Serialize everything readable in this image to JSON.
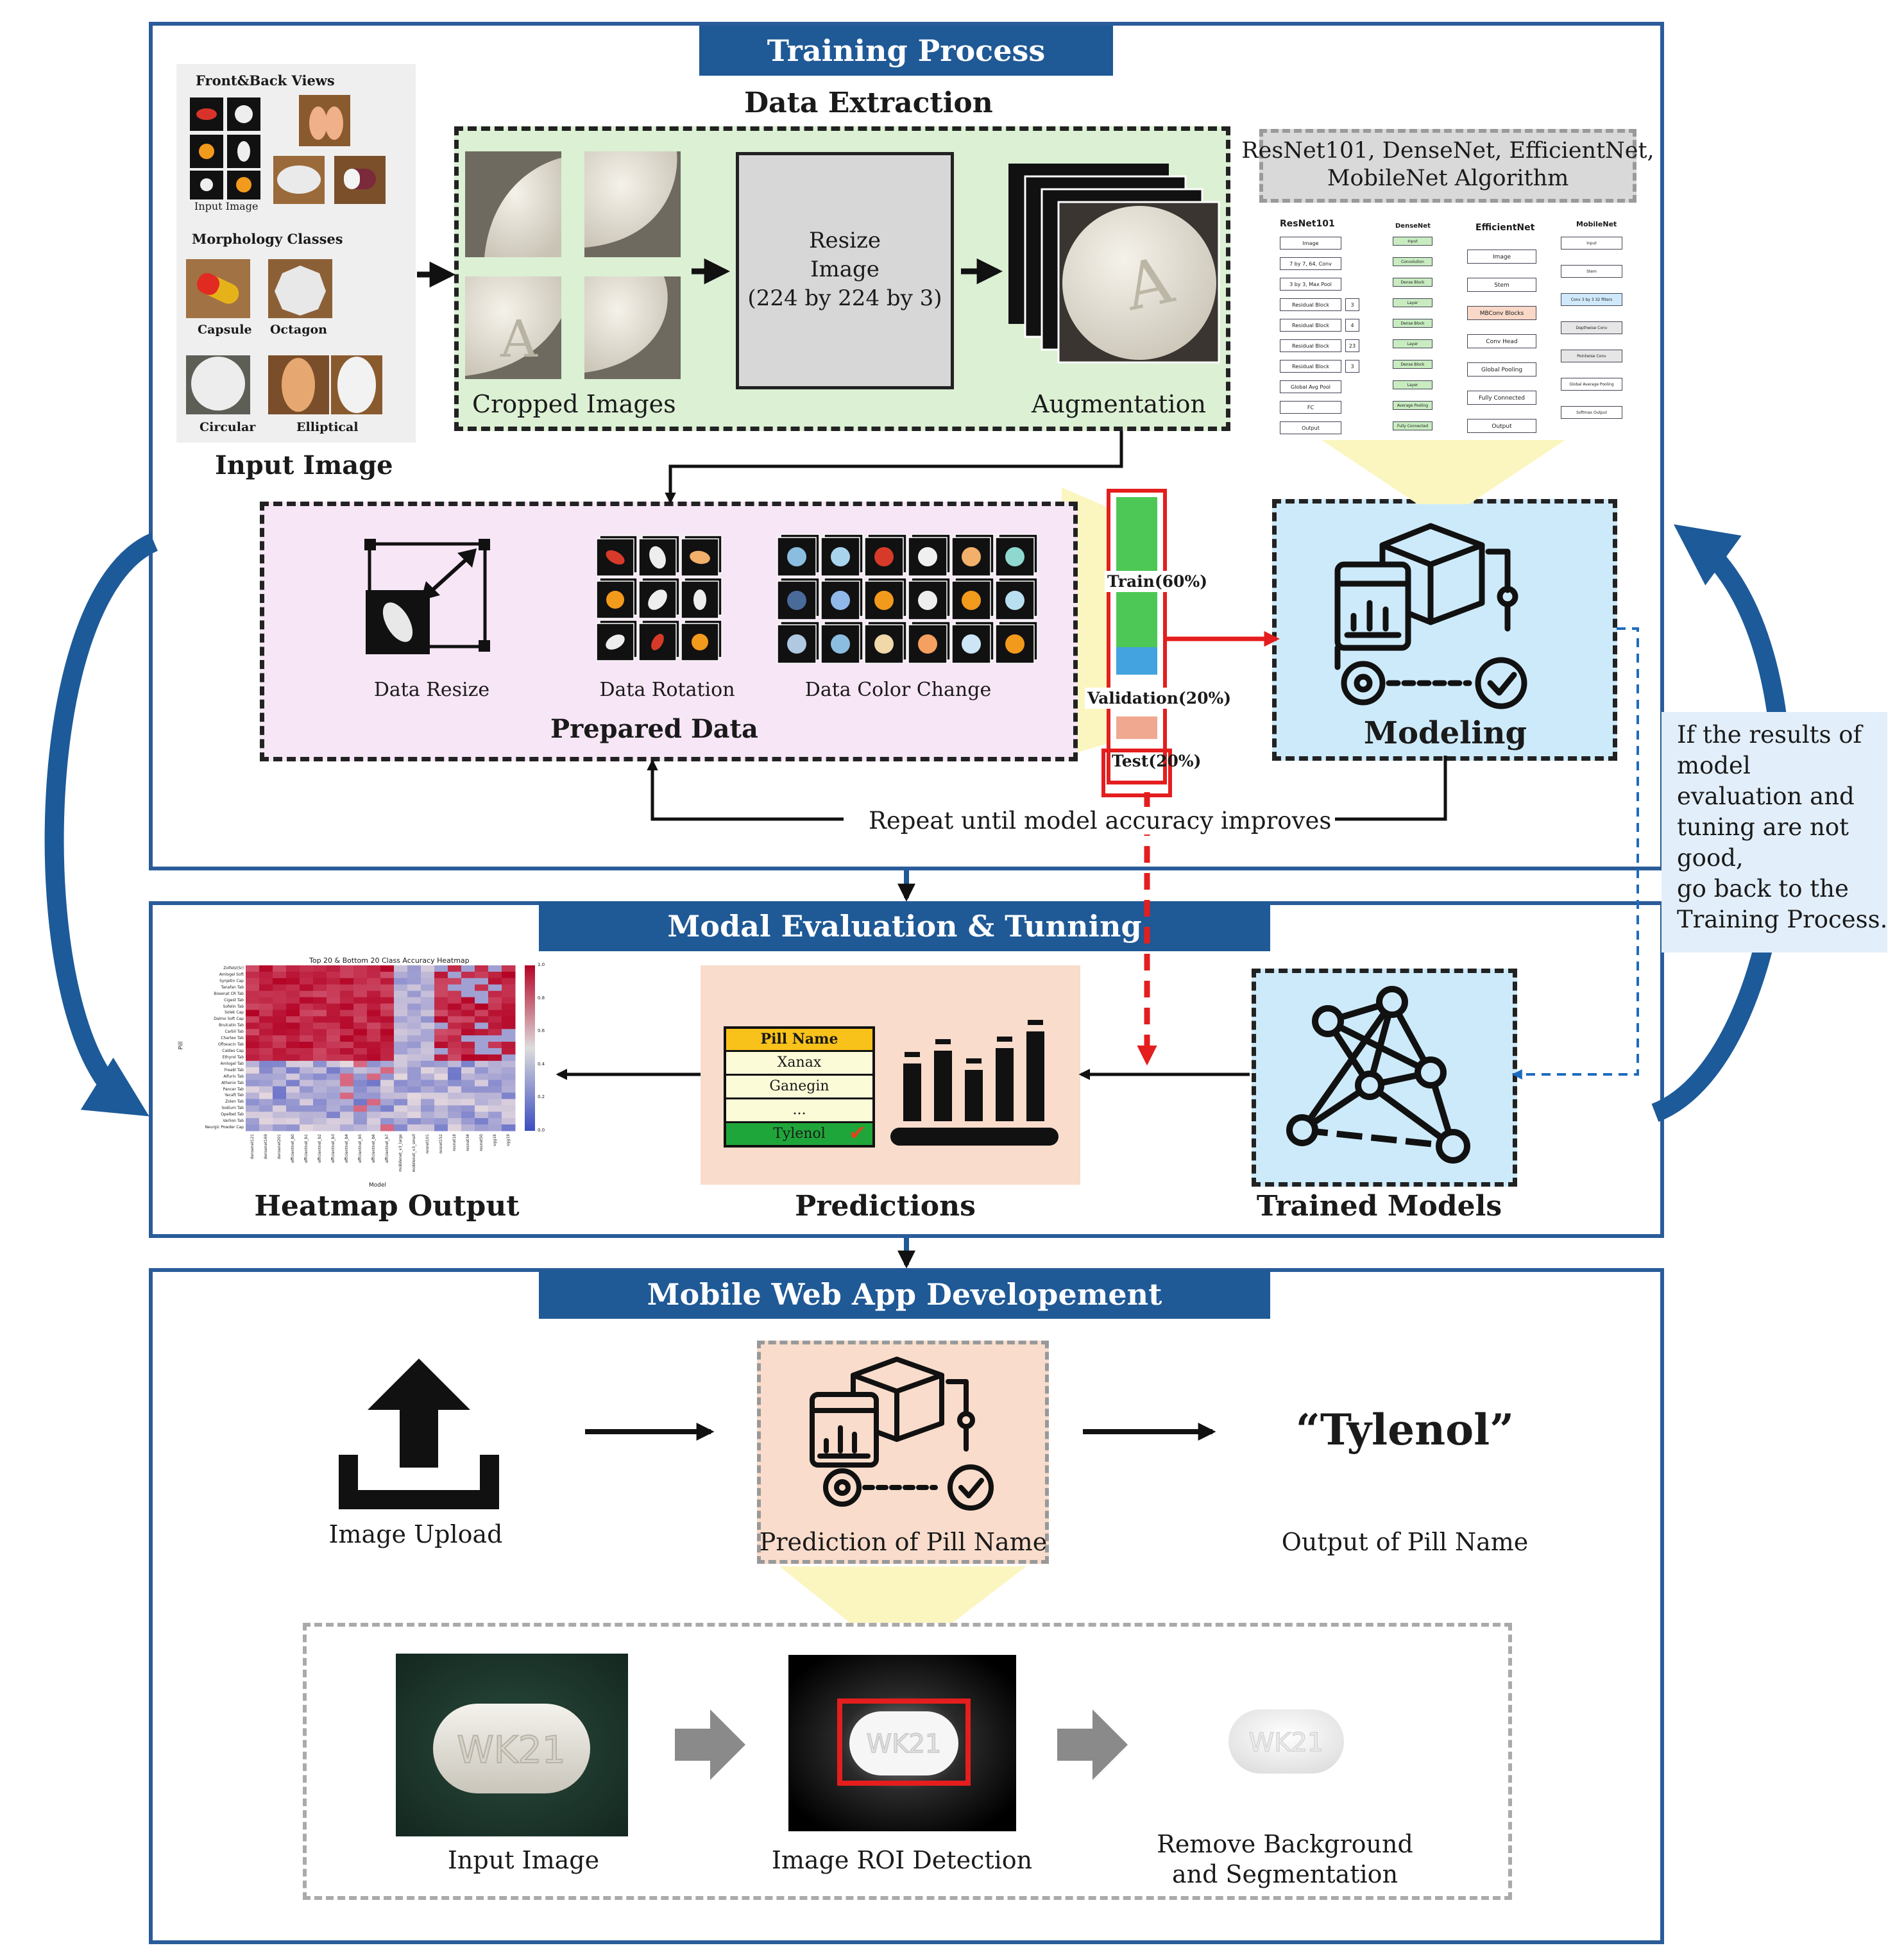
{
  "colors": {
    "banner": "#1f5996",
    "frame": "#2a5c9a",
    "curved_arrow": "#1d5a99",
    "extraction_bg": "#dcf0d4",
    "prepared_bg": "#f7e6f6",
    "modeling_bg": "#cdeafa",
    "prediction_bg": "#f9dccb",
    "note_bg": "#e2eef9",
    "train": "#4dc856",
    "validation": "#43a3e0",
    "test": "#f0a890",
    "highlight_red": "#e41e1e",
    "algo_box_bg": "#d9d9d9",
    "callout_yellow": "#fbf6c0"
  },
  "training": {
    "title": "Training Process",
    "input_image": {
      "label": "Input Image",
      "front_back": "Front&Back Views",
      "input_image_small": "Input Image",
      "morphology": "Morphology Classes",
      "classes": [
        "Capsule",
        "Octagon",
        "Circular",
        "Elliptical"
      ]
    },
    "data_extraction": {
      "title": "Data Extraction",
      "cropped": "Cropped Images",
      "resize_lines": [
        "Resize",
        "Image",
        "(224 by 224 by 3)"
      ],
      "augmentation": "Augmentation"
    },
    "algorithms": {
      "title_lines": [
        "ResNet101, DenseNet, EfficientNet,",
        "MobileNet Algorithm"
      ],
      "resnet": {
        "name": "ResNet101",
        "blocks": [
          "Image",
          "7 by 7, 64, Conv",
          "3 by 3, Max Pool",
          "Residual Block",
          "Residual Block",
          "Residual Block",
          "Residual Block",
          "Global Avg Pool",
          "FC",
          "Output"
        ],
        "counts": [
          "3",
          "4",
          "23",
          "3"
        ]
      },
      "densenet": {
        "name": "DenseNet",
        "blocks": [
          "Input",
          "Convolution",
          "Dense Block",
          "Layer",
          "Dense Block",
          "Layer",
          "Dense Block",
          "Layer",
          "Average Pooling",
          "Fully Connected"
        ]
      },
      "efficientnet": {
        "name": "EfficientNet",
        "blocks": [
          "Image",
          "Stem",
          "MBConv Blocks",
          "Conv Head",
          "Global Pooling",
          "Fully Connected",
          "Output"
        ]
      },
      "mobilenet": {
        "name": "MobileNet",
        "blocks": [
          "Input",
          "Stem",
          "Conv 3 by 3 32 filters",
          "Depthwise Conv",
          "Pointwise Conv",
          "Global Average Pooling",
          "Softmax Output"
        ]
      }
    },
    "prepared": {
      "title": "Prepared Data",
      "items": [
        "Data Resize",
        "Data Rotation",
        "Data Color Change"
      ]
    },
    "split": {
      "train": "Train(60%)",
      "validation": "Validation(20%)",
      "test": "Test(20%)",
      "train_fraction": 0.6,
      "validation_fraction": 0.2,
      "test_fraction": 0.2
    },
    "modeling": "Modeling",
    "repeat": "Repeat until model accuracy improves"
  },
  "note": {
    "lines": [
      "If the results of",
      "model",
      "evaluation and",
      "tuning are not",
      "good,",
      "go back to the",
      "Training Process."
    ]
  },
  "evaluation": {
    "title": "Modal Evaluation & Tunning",
    "heatmap": {
      "label": "Heatmap Output",
      "chart_title": "Top 20 & Bottom 20 Class Accuracy Heatmap",
      "xlabel": "Model",
      "ylabel": "Pill",
      "colorbar": [
        "1.0",
        "0.8",
        "0.6",
        "0.4",
        "0.2",
        "0.0"
      ],
      "row_labels": [
        "Zolfetz(Sr)",
        "Amlogel Soft",
        "Synjetin Cap",
        "Tanafan Tab",
        "Bosenat CR Tab",
        "Cigest Tab",
        "Sofelin Tab",
        "Solek Cap",
        "Dalmo Soft Cap",
        "Brulcatin Tab",
        "Carbil Tab",
        "Chartex Tab",
        "Ofloxacin Tab",
        "Caldes Cap",
        "Ethyrol Tab",
        "Amlogel Tab",
        "Freabl Tab",
        "Alfurin Tab",
        "Athenix Tab",
        "Pancer Tab",
        "Yacaft Tab",
        "Zolen Tab",
        "Sodium Tab",
        "Opelbet Tab",
        "Varlion Tab",
        "Neurgic Powder Cap"
      ],
      "col_labels": [
        "densenet121",
        "densenet169",
        "densenet201",
        "efficientnet_b0",
        "efficientnet_b1",
        "efficientnet_b2",
        "efficientnet_b3",
        "efficientnet_b4",
        "efficientnet_b5",
        "efficientnet_b6",
        "efficientnet_b7",
        "mobilenet_v3_large",
        "mobilenet_v3_small",
        "resnet101",
        "resnet152",
        "resnet18",
        "resnet34",
        "resnet50",
        "vgg16",
        "vgg19"
      ]
    },
    "predictions": {
      "label": "Predictions",
      "table_header": "Pill Name",
      "rows": [
        "Xanax",
        "Ganegin",
        "...",
        "Tylenol"
      ]
    },
    "trained_models": "Trained Models"
  },
  "mobile": {
    "title": "Mobile Web App Developement",
    "upload": "Image Upload",
    "prediction": "Prediction of Pill Name",
    "output_value": "“Tylenol”",
    "output_label": "Output of Pill Name",
    "pill_imprint": "WK21",
    "steps": [
      "Input Image",
      "Image ROI Detection",
      "Remove Background",
      "and Segmentation"
    ]
  }
}
